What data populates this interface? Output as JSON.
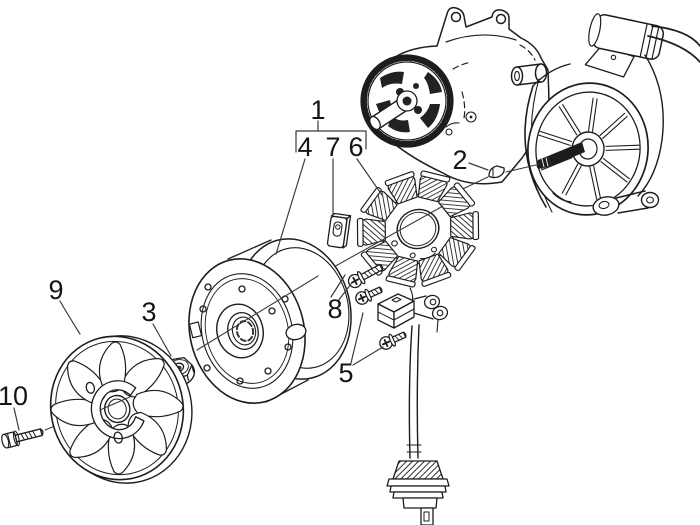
{
  "figure": {
    "type": "exploded-parts-diagram",
    "callouts": [
      {
        "label": "1"
      },
      {
        "label": "2"
      },
      {
        "label": "3"
      },
      {
        "label": "4"
      },
      {
        "label": "5"
      },
      {
        "label": "6"
      },
      {
        "label": "7"
      },
      {
        "label": "8"
      },
      {
        "label": "9"
      },
      {
        "label": "10"
      }
    ]
  },
  "colors": {
    "background": "#ffffff",
    "line": "#1d1d1d",
    "dark_fill": "#222222"
  }
}
